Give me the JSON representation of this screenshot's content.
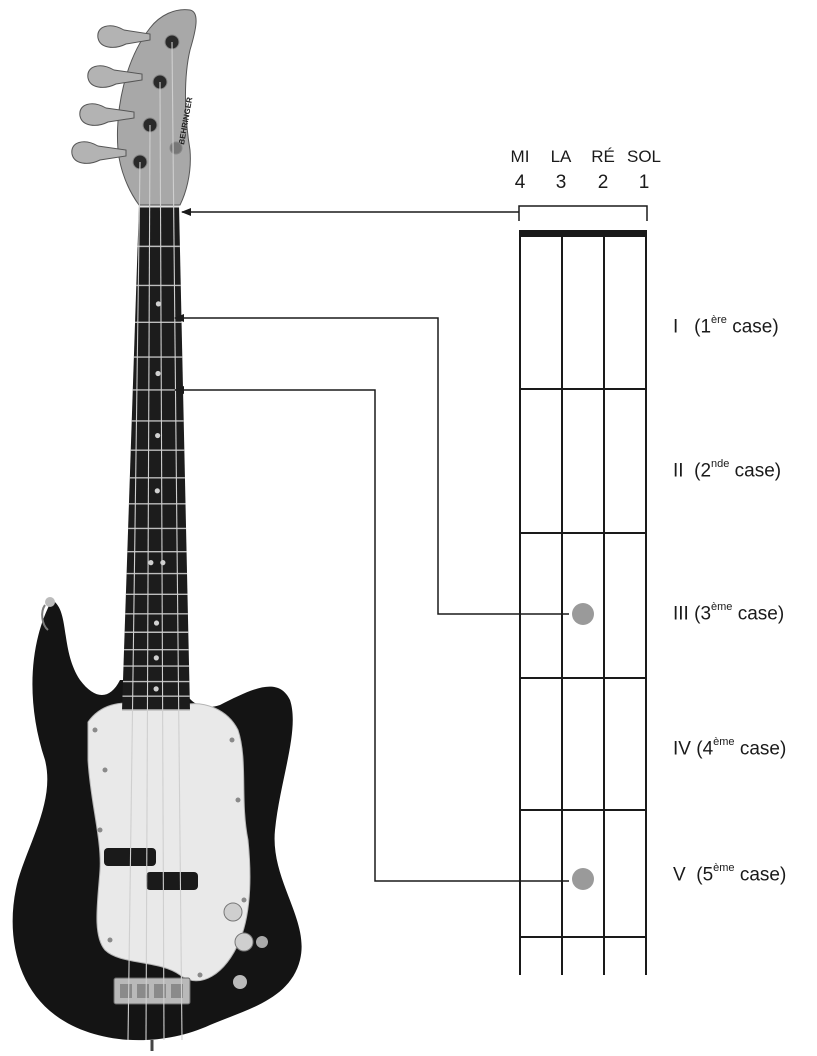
{
  "strings": [
    {
      "name": "MI",
      "number": "4"
    },
    {
      "name": "LA",
      "number": "3"
    },
    {
      "name": "RÉ",
      "number": "2"
    },
    {
      "name": "SOL",
      "number": "1"
    }
  ],
  "frets": [
    {
      "roman": "I",
      "ordinal": "1",
      "suffix": "ère",
      "word": "case)"
    },
    {
      "roman": "II",
      "ordinal": "2",
      "suffix": "nde",
      "word": "case)"
    },
    {
      "roman": "III",
      "ordinal": "3",
      "suffix": "ème",
      "word": "case)"
    },
    {
      "roman": "IV",
      "ordinal": "4",
      "suffix": "ème",
      "word": "case)"
    },
    {
      "roman": "V",
      "ordinal": "5",
      "suffix": "ème",
      "word": "case)"
    }
  ],
  "guitar_brand": "BEHRINGER",
  "colors": {
    "ink": "#1a1a1a",
    "dot": "#9a9a9a",
    "body": "#141414",
    "pickguard": "#e9e9e9",
    "headstock": "#a8a8a8",
    "fretboard": "#1c1c1c"
  }
}
